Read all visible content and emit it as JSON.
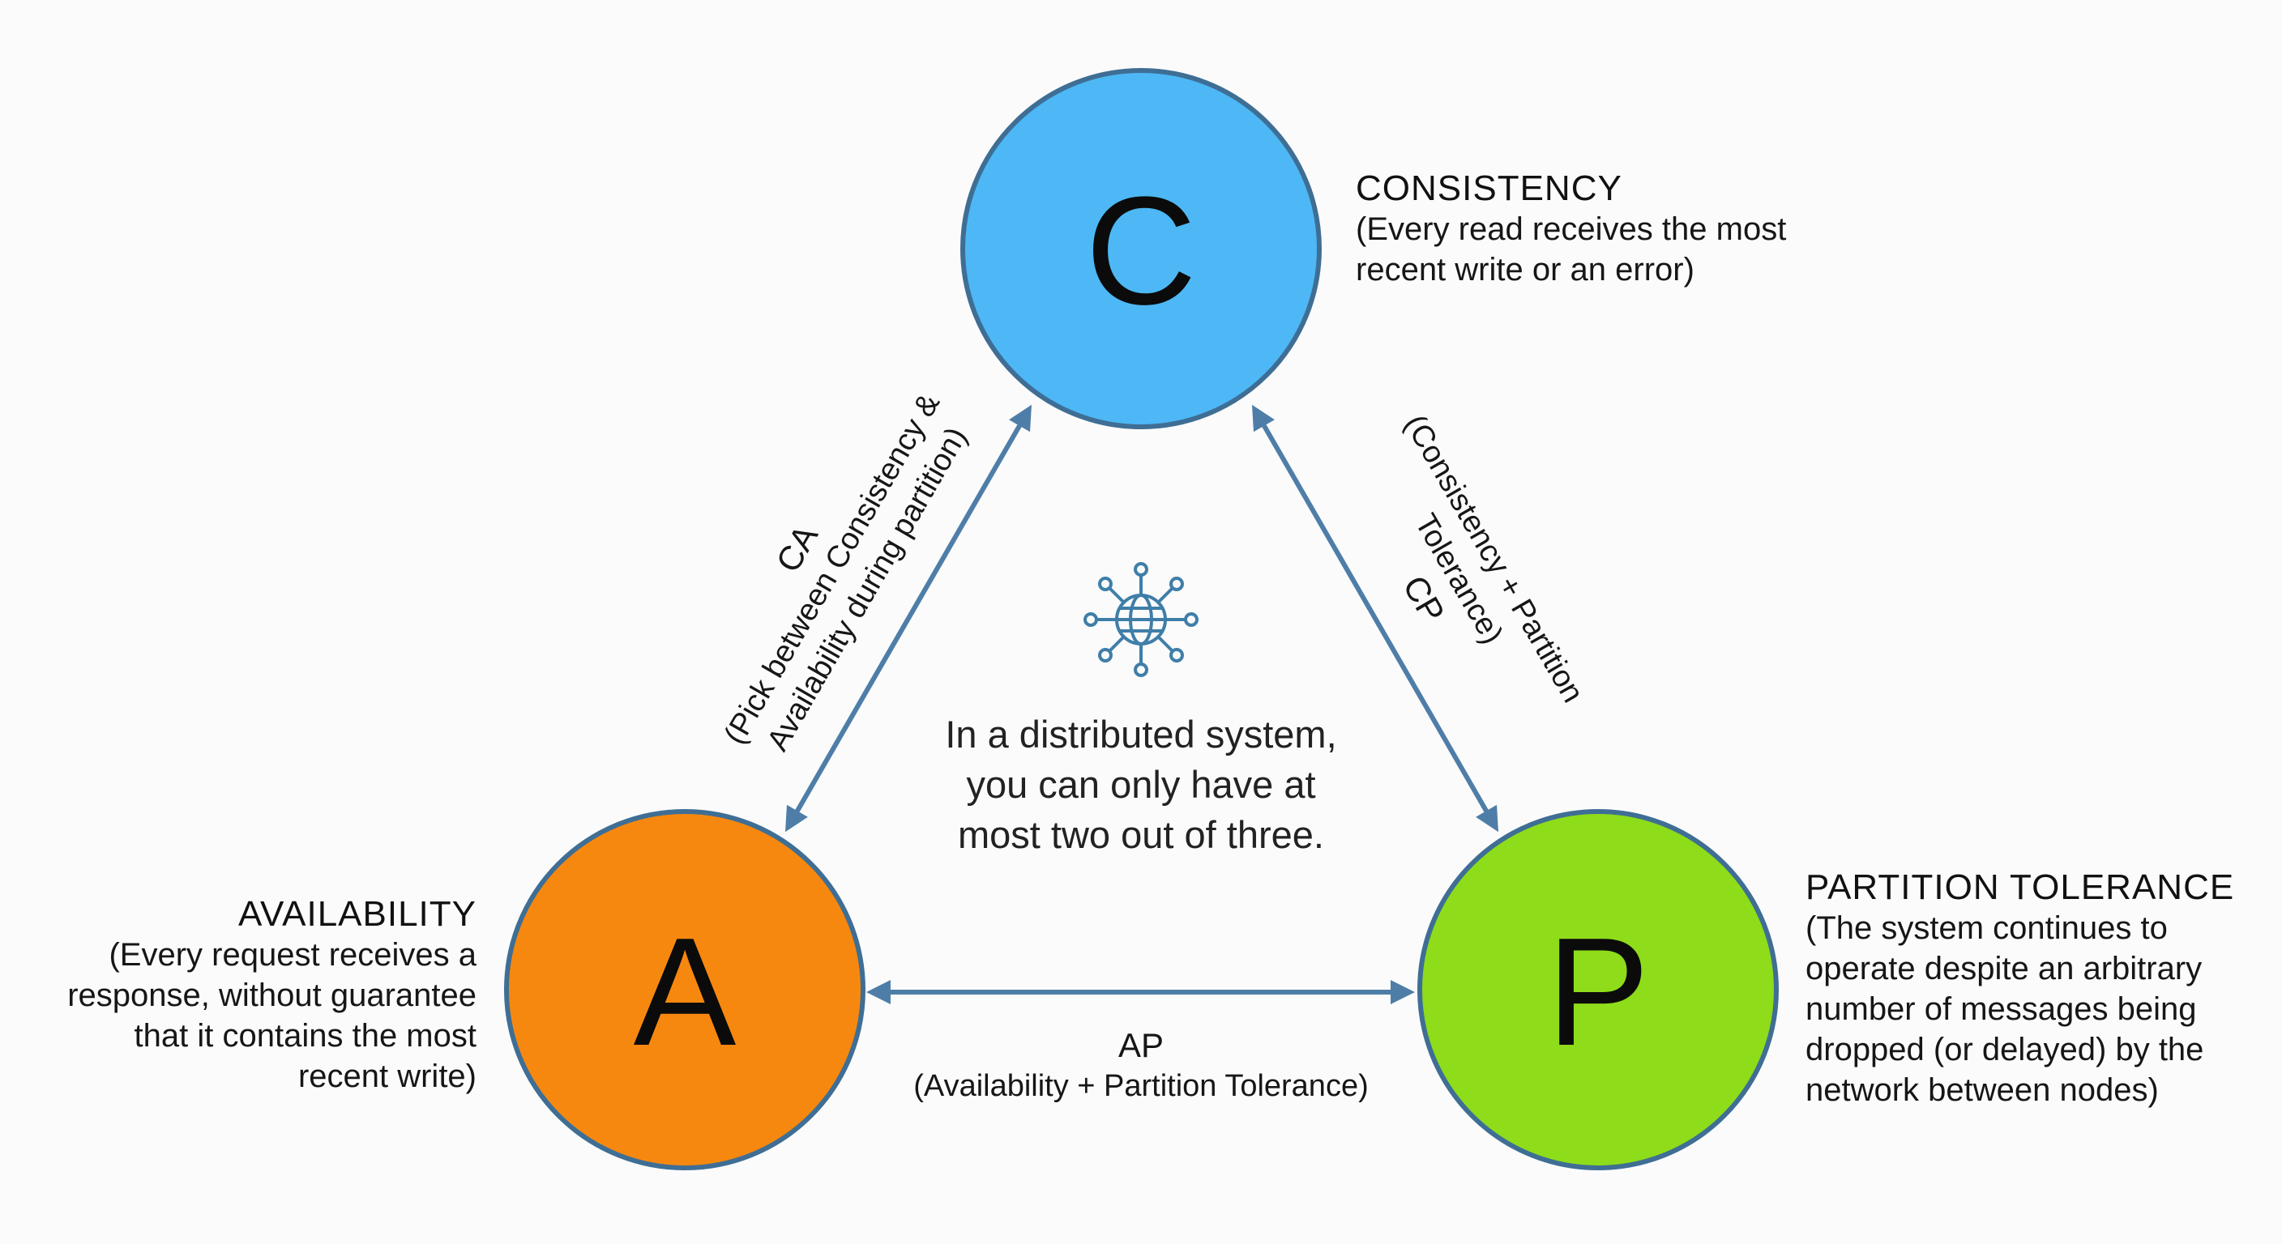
{
  "nodes": {
    "consistency": {
      "letter": "C",
      "title": "CONSISTENCY",
      "line1": "(Every read receives the most",
      "line2": "recent write or an error)",
      "color": "#4db8f5"
    },
    "availability": {
      "letter": "A",
      "title": "AVAILABILITY",
      "line1": "(Every request receives a",
      "line2": "response, without guarantee",
      "line3": "that it contains the most",
      "line4": "recent write)",
      "color": "#f7880f"
    },
    "partition": {
      "letter": "P",
      "title": "PARTITION TOLERANCE",
      "line1": "(The system continues to",
      "line2": "operate despite an arbitrary",
      "line3": "number of messages being",
      "line4": "dropped (or delayed) by the",
      "line5": "network between nodes)",
      "color": "#8edc1a"
    }
  },
  "edges": {
    "ca": {
      "title": "CA",
      "line1": "(Pick between Consistency &",
      "line2": "Availability during partition)"
    },
    "cp": {
      "title": "CP",
      "line1": "(Consistency + Partition",
      "line2": "Tolerance)"
    },
    "ap": {
      "title": "AP",
      "line1": "(Availability + Partition Tolerance)"
    }
  },
  "center": {
    "icon": "network-globe-icon",
    "line1": "In a distributed system,",
    "line2": "you can only have at",
    "line3": "most two out of three."
  },
  "colors": {
    "stroke": "#3f6e95",
    "arrow": "#4e7ea8",
    "icon": "#3f7ea8"
  }
}
